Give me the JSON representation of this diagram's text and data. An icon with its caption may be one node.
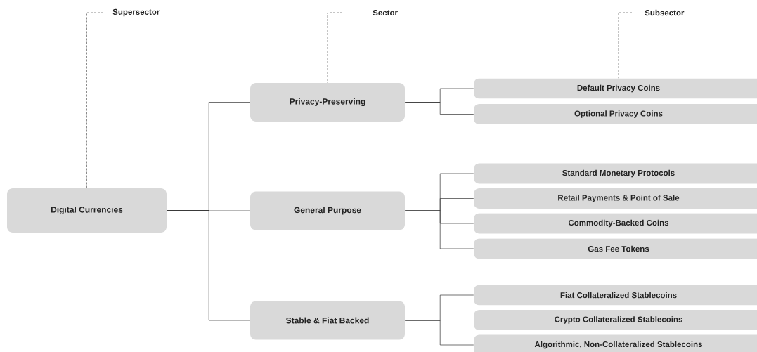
{
  "diagram": {
    "nodes": [
      {
        "text": [
          "Supersector"
        ]
      },
      {
        "text": [
          "Sector"
        ]
      },
      {
        "text": [
          "Subsector"
        ]
      },
      {
        "text": [
          "Digital Currencies"
        ]
      },
      {
        "text": [
          "Privacy-Preserving"
        ]
      },
      {
        "text": [
          "Default Privacy Coins"
        ]
      },
      {
        "text": [
          "Optional Privacy Coins"
        ]
      },
      {
        "text": [
          "General Purpose"
        ]
      },
      {
        "text": [
          "Standard Monetary Protocols"
        ]
      },
      {
        "text": [
          "Retail Payments & Point of Sale"
        ]
      },
      {
        "text": [
          "Commodity-Backed Coins"
        ]
      },
      {
        "text": [
          "Gas Fee Tokens"
        ]
      },
      {
        "text": [
          "Stable & Fiat Backed"
        ]
      },
      {
        "text": [
          "Fiat Collateralized Stablecoins"
        ]
      },
      {
        "text": [
          "Crypto Collateralized Stablecoins"
        ]
      },
      {
        "text": [
          "Algorithmic, Non-Collateralized Stablecoins"
        ]
      }
    ],
    "edges": [
      {
        "from": 0,
        "to": 3,
        "arrow": "none",
        "style": "dashed"
      },
      {
        "from": 1,
        "to": 4,
        "arrow": "none",
        "style": "dashed"
      },
      {
        "from": 2,
        "to": 5,
        "arrow": "none",
        "style": "dashed"
      },
      {
        "from": 3,
        "to": 4,
        "arrow": "none"
      },
      {
        "from": 3,
        "to": 7,
        "arrow": "none"
      },
      {
        "from": 3,
        "to": 12,
        "arrow": "none"
      },
      {
        "from": 4,
        "to": 5,
        "arrow": "none"
      },
      {
        "from": 4,
        "to": 6,
        "arrow": "none"
      },
      {
        "from": 7,
        "to": 8,
        "arrow": "none"
      },
      {
        "from": 7,
        "to": 9,
        "arrow": "none"
      },
      {
        "from": 7,
        "to": 10,
        "arrow": "none"
      },
      {
        "from": 7,
        "to": 11,
        "arrow": "none"
      },
      {
        "from": 12,
        "to": 13,
        "arrow": "none"
      },
      {
        "from": 12,
        "to": 14,
        "arrow": "none"
      },
      {
        "from": 12,
        "to": 15,
        "arrow": "none"
      }
    ]
  }
}
